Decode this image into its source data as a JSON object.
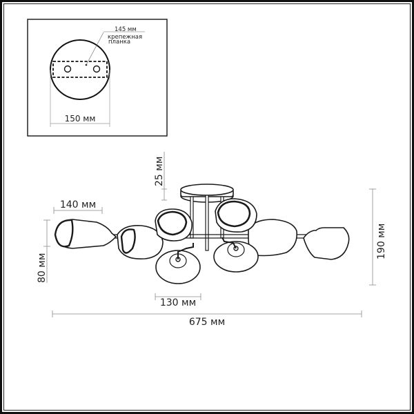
{
  "inset": {
    "bracket_width_label": "145 мм",
    "bracket_name_line1": "крепежная",
    "bracket_name_line2": "планка",
    "canopy_diameter_label": "150 мм"
  },
  "main": {
    "canopy_height_label": "25 мм",
    "shade_length_label": "140 мм",
    "shade_height_label": "80 мм",
    "inner_shade_width_label": "130 мм",
    "total_width_label": "675 мм",
    "total_height_label": "190 мм"
  },
  "colors": {
    "line": "#1a1a1a",
    "dimension_line": "#8a8a8a",
    "background": "#ffffff"
  }
}
